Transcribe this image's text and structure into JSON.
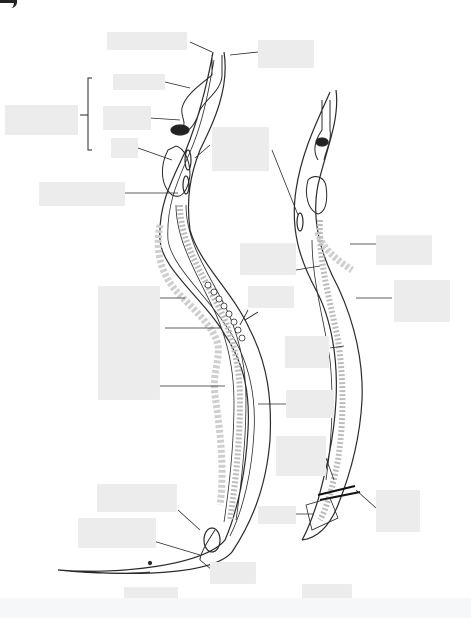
{
  "figure": {
    "colors": {
      "outline": "#2a2a2a",
      "label_box": "#ececec",
      "background": "#ffffff",
      "footer_strip": "#f6f7f8"
    },
    "specimens": [
      "female-nematode",
      "male-nematode"
    ],
    "label_placeholders": [
      "label-mouth-left",
      "label-mouth-right",
      "label-bracket-group",
      "label-pharynx-upper",
      "label-pharynx-mid",
      "label-pharynx-lower",
      "label-nerve-ring-side",
      "label-excretory-left",
      "label-ovary-block",
      "label-uterus-side",
      "label-vulva-side",
      "label-intestine-left",
      "label-anus-left",
      "label-rectum-left",
      "label-tail-left",
      "label-excretory-right",
      "label-intestine-right",
      "label-testis-right",
      "label-vas-deferens-right",
      "label-seminal-vesicle-right",
      "label-spicule-right",
      "label-gubernaculum-right",
      "label-bursa-right",
      "label-cloaca-right",
      "label-tail-right"
    ]
  }
}
